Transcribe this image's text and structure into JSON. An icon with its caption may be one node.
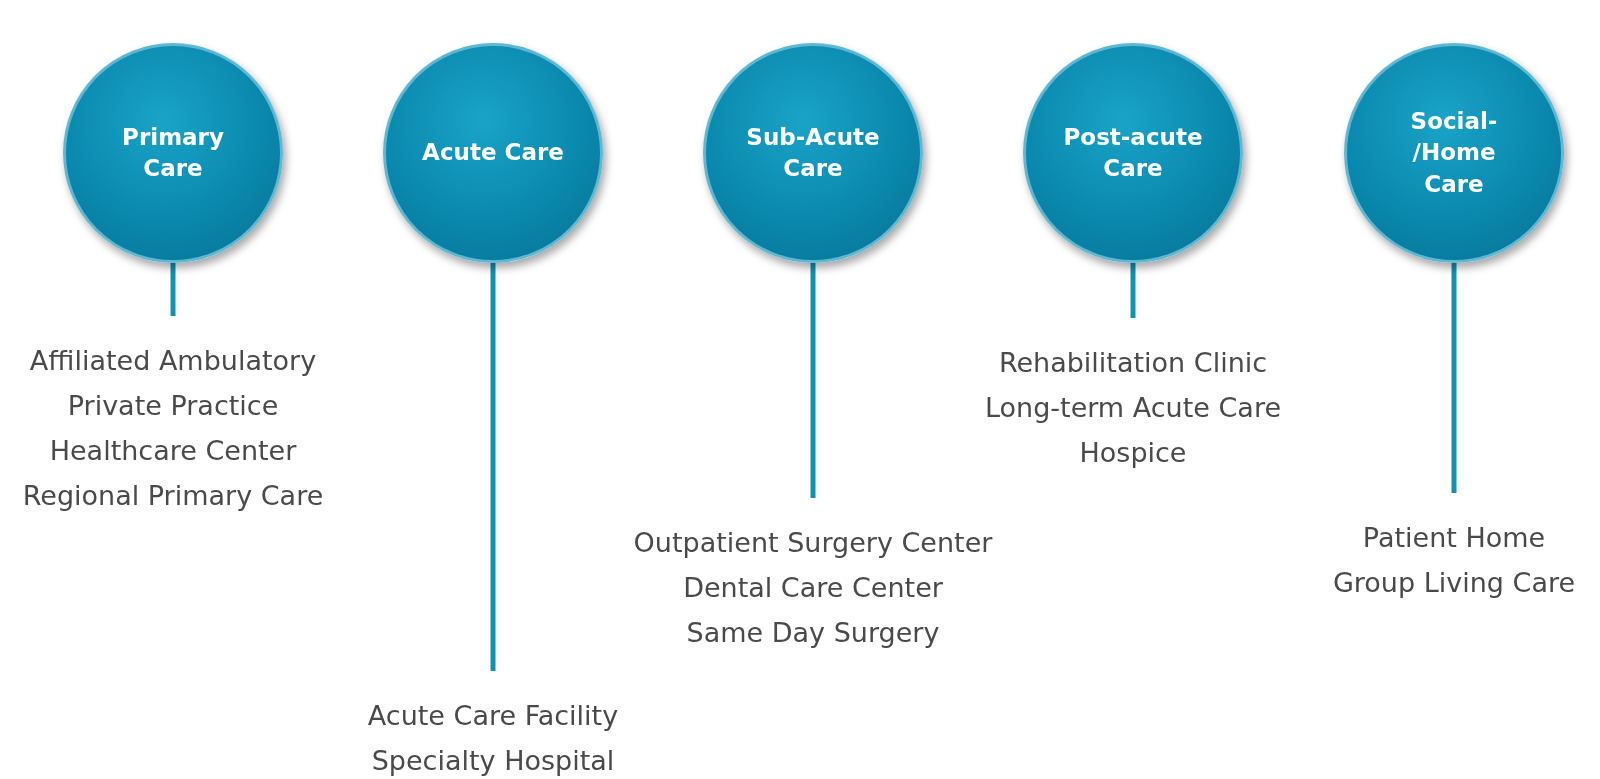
{
  "diagram": {
    "nodes": [
      {
        "text": [
          "Primary Care"
        ]
      },
      {
        "text": [
          "Acute Care"
        ]
      },
      {
        "text": [
          "Sub-Acute Care"
        ]
      },
      {
        "text": [
          "Post-acute Care"
        ]
      },
      {
        "text": [
          "Social- /Home Care"
        ]
      },
      {
        "text": [
          "Affiliated Ambulatory",
          "Private Practice",
          "Healthcare Center",
          "Regional Primary Care"
        ]
      },
      {
        "text": [
          "Acute Care Facility",
          "Specialty Hospital"
        ]
      },
      {
        "text": [
          "Outpatient Surgery Center",
          "Dental Care Center",
          "Same Day Surgery"
        ]
      },
      {
        "text": [
          "Rehabilitation Clinic",
          "Long-term Acute Care",
          "Hospice"
        ]
      },
      {
        "text": [
          "Patient Home",
          "Group Living Care"
        ]
      }
    ],
    "edges": [
      {
        "from": 0,
        "to": 5,
        "arrow": "none"
      },
      {
        "from": 1,
        "to": 6,
        "arrow": "none"
      },
      {
        "from": 2,
        "to": 7,
        "arrow": "none"
      },
      {
        "from": 3,
        "to": 8,
        "arrow": "none"
      },
      {
        "from": 4,
        "to": 9,
        "arrow": "none"
      }
    ]
  }
}
